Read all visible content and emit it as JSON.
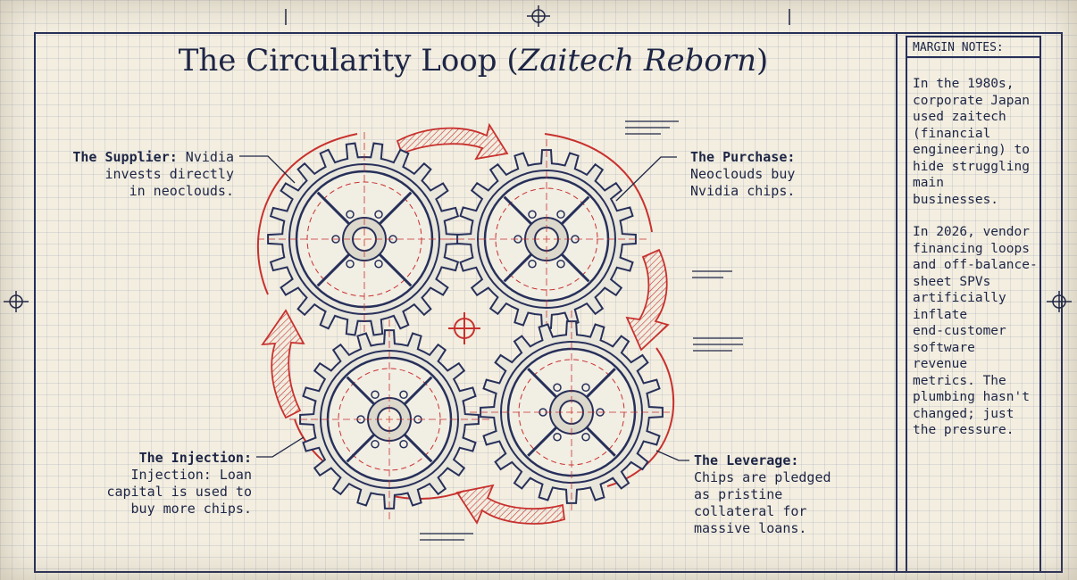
{
  "title": {
    "main": "The Circularity Loop (",
    "italic": "Zaitech Reborn",
    "close": ")"
  },
  "labels": {
    "supplier": {
      "heading": "The Supplier:",
      "line1": " Nvidia",
      "line2": "invests directly",
      "line3": "in neoclouds."
    },
    "purchase": {
      "heading": "The Purchase:",
      "line2": "Neoclouds buy",
      "line3": "Nvidia chips."
    },
    "injection": {
      "heading": "The Injection:",
      "line2": "Injection: Loan",
      "line3": "capital is used to",
      "line4": "buy more chips."
    },
    "leverage": {
      "heading": "The Leverage:",
      "line2": "Chips are pledged",
      "line3": "as pristine",
      "line4": "collateral for",
      "line5": "massive loans."
    }
  },
  "margin_notes": {
    "heading": "MARGIN NOTES:",
    "paragraph1": "In the 1980s,\ncorporate Japan\nused zaitech\n(financial\nengineering) to\nhide struggling\nmain\nbusinesses.",
    "paragraph2": "In 2026, vendor\nfinancing loops\nand off-balance-\nsheet SPVs\nartificially\ninflate\nend-customer\nsoftware\nrevenue\nmetrics. The\nplumbing hasn't\nchanged; just\nthe pressure."
  },
  "colors": {
    "ink": "#1d2545",
    "accent_red": "#c8312e",
    "paper": "#f3eee0"
  }
}
